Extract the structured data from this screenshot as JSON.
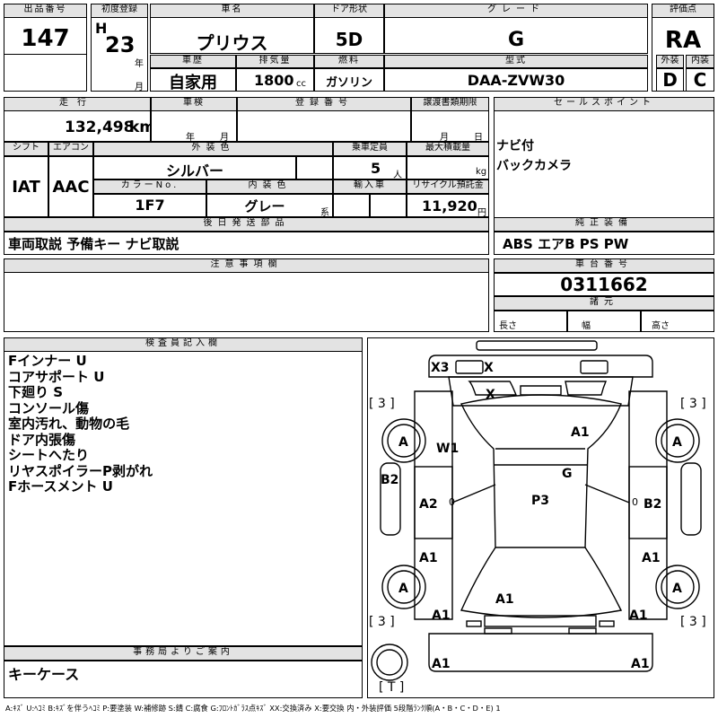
{
  "headers": {
    "shuppin": "出品番号",
    "shodo": "初度登録",
    "shamei": "車名",
    "door": "ドア形状",
    "grade": "グレード",
    "hyoka": "評価点",
    "shareki": "車歴",
    "haiki": "排気量",
    "nenryo": "燃料",
    "katashiki": "型式",
    "gaiso_short": "外装",
    "naiso_short": "内装",
    "soko": "走行",
    "shaken": "車検",
    "toroku": "登録番号",
    "jyoto": "譲渡書類期限",
    "sales": "セールスポイント",
    "shift": "シフト",
    "aircon": "エアコン",
    "gaiso_color": "外装色",
    "jyosha": "乗車定員",
    "sekisai": "最大積載量",
    "color_no": "カラーNo.",
    "naiso_color": "内装色",
    "yunyu": "輸入車",
    "recycle": "リサイクル預託金",
    "kojitsu": "後日発送部品",
    "junsei": "純正装備",
    "chui": "注意事項欄",
    "shadai": "車台番号",
    "shogen": "諸元",
    "kensain": "検査員記入欄",
    "jimukyoku": "事務局よりご案内"
  },
  "units": {
    "nen": "年",
    "tsuki": "月",
    "cc": "cc",
    "km": "km",
    "nin": "人",
    "kg": "kg",
    "kei": "系",
    "en": "円",
    "nagasa": "長さ",
    "haba": "幅",
    "takasa": "高さ"
  },
  "car": {
    "lot_number": "147",
    "era": "H",
    "year": "23",
    "name": "プリウス",
    "doors": "5D",
    "grade": "G",
    "score": "RA",
    "history": "自家用",
    "displacement": "1800",
    "fuel": "ガソリン",
    "model_code": "DAA-ZVW30",
    "exterior_grade": "D",
    "interior_grade": "C",
    "mileage": "132,498",
    "shift": "IAT",
    "aircon": "AAC",
    "exterior_color": "シルバー",
    "capacity": "5",
    "color_no": "1F7",
    "interior_color": "グレー",
    "recycle_fee": "11,920",
    "chassis_number": "0311662"
  },
  "sales_points": [
    "ナビ付",
    "バックカメラ"
  ],
  "later_parts": "車両取説 予備キー ナビ取説",
  "equipment": "ABS エアB PS PW",
  "inspector_notes": [
    "Fインナー U",
    "コアサポート U",
    "下廻り S",
    "コンソール傷",
    "室内汚れ、動物の毛",
    "ドア内張傷",
    "シートへたり",
    "リヤスポイラーP剥がれ",
    "Fホースメント U"
  ],
  "office_note": "キーケース",
  "diagram_marks": {
    "x3": "X3",
    "x_front": "X",
    "x_windshield": "X",
    "bracket_tl": "[ 3 ]",
    "bracket_tr": "[ 3 ]",
    "wheel_fl": "A",
    "wheel_fr": "A",
    "w1": "W1",
    "a1_hood": "A1",
    "b2_left": "B2",
    "g_roof": "G",
    "a2_left": "A2",
    "zero_left": "0",
    "p3_roof": "P3",
    "zero_right": "0",
    "b2_right": "B2",
    "a1_rear_left": "A1",
    "a1_rear_right": "A1",
    "wheel_rl": "A",
    "wheel_rr": "A",
    "a1_trunk": "A1",
    "bracket_bl": "[ 3 ]",
    "bracket_br": "[ 3 ]",
    "a1_bumper_l": "A1",
    "a1_bumper_r": "A1",
    "a1_under_l": "A1",
    "a1_under_r": "A1",
    "tire_mark": "[ T ]"
  },
  "legend": "A:ｷｽﾞ U:ﾍｺﾐ B:ｷｽﾞを伴うﾍｺﾐ P:要塗装 W:補修跡 S:錆 C:腐食 G:ﾌﾛﾝﾄｶﾞﾗｽ点ｷｽﾞ XX:交換済み X:要交換 内・外装評価 5段階ﾗﾝｸ順(A・B・C・D・E) 1"
}
